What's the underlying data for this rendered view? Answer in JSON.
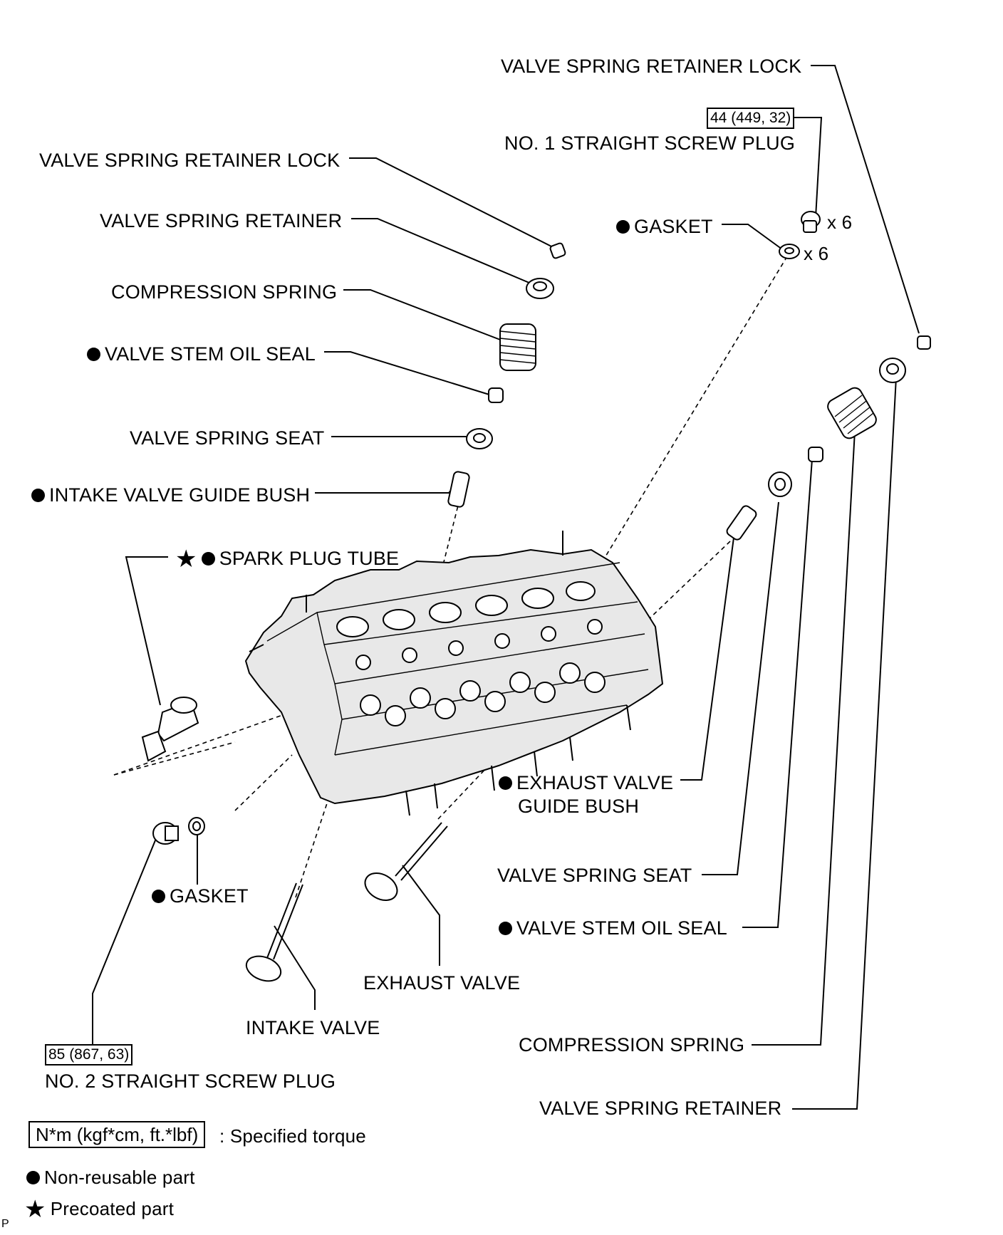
{
  "labels": {
    "valve_spring_retainer_lock_exhaust": "VALVE SPRING RETAINER LOCK",
    "torque_screw_plug_1": "44 (449, 32)",
    "no1_straight_screw_plug": "NO. 1 STRAIGHT SCREW PLUG",
    "valve_spring_retainer_lock_intake": "VALVE SPRING RETAINER LOCK",
    "valve_spring_retainer_intake": "VALVE SPRING RETAINER",
    "gasket_1": "GASKET",
    "qty_screw_plug_1": "x 6",
    "qty_gasket_1": "x 6",
    "compression_spring_intake": "COMPRESSION SPRING",
    "valve_stem_oil_seal_intake": "VALVE STEM OIL SEAL",
    "valve_spring_seat_intake": "VALVE SPRING SEAT",
    "intake_valve_guide_bush": "INTAKE VALVE GUIDE BUSH",
    "spark_plug_tube": "SPARK PLUG TUBE",
    "exhaust_valve_guide_bush_line1": "EXHAUST VALVE",
    "exhaust_valve_guide_bush_line2": "GUIDE BUSH",
    "valve_spring_seat_exhaust": "VALVE SPRING SEAT",
    "gasket_2": "GASKET",
    "valve_stem_oil_seal_exhaust": "VALVE STEM OIL SEAL",
    "exhaust_valve": "EXHAUST VALVE",
    "intake_valve": "INTAKE VALVE",
    "compression_spring_exhaust": "COMPRESSION SPRING",
    "torque_screw_plug_2": "85 (867, 63)",
    "no2_straight_screw_plug": "NO. 2 STRAIGHT SCREW PLUG",
    "valve_spring_retainer_exhaust": "VALVE SPRING RETAINER"
  },
  "legend": {
    "torque_units": "N*m (kgf*cm, ft.*lbf)",
    "torque_text": ": Specified torque",
    "non_reusable": "Non-reusable part",
    "precoated": "Precoated part",
    "figure_code": "P"
  },
  "icons": [
    "non-reusable-marker",
    "precoated-star-icon"
  ]
}
